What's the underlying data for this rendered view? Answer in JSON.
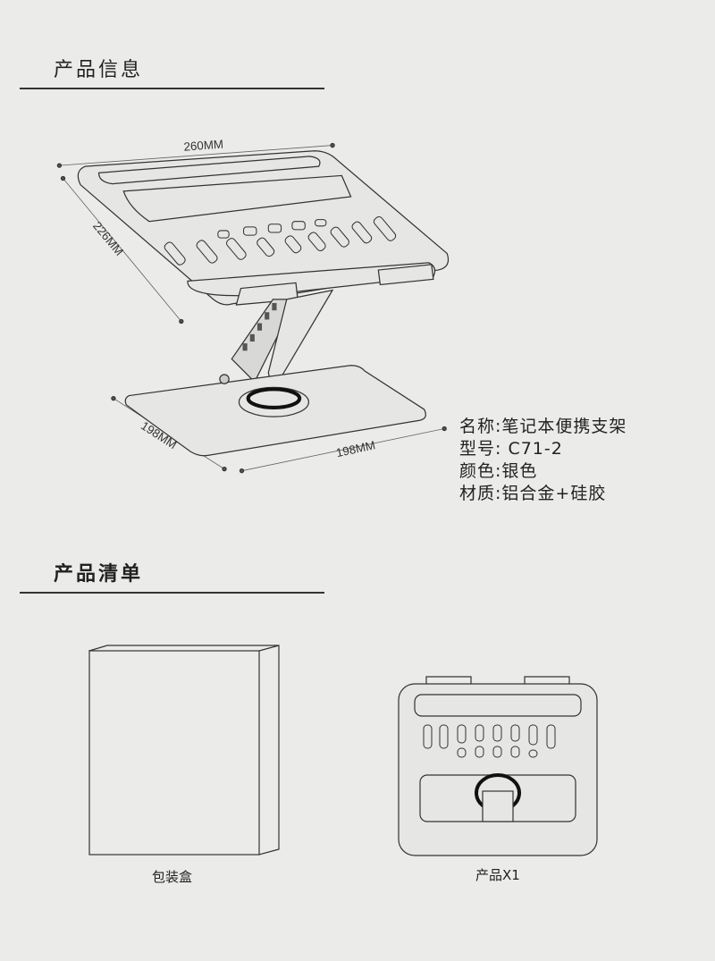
{
  "section1": {
    "title": "产品信息"
  },
  "dimensions": {
    "width": "260MM",
    "depth": "226MM",
    "base_depth": "198MM",
    "base_width": "198MM"
  },
  "specs": [
    {
      "label": "名称:",
      "value": "笔记本便携支架"
    },
    {
      "label": "型号:",
      "value": " C71-2"
    },
    {
      "label": "颜色:",
      "value": "银色"
    },
    {
      "label": "材质:",
      "value": "铝合金+硅胶"
    }
  ],
  "section2": {
    "title": "产品清单"
  },
  "package": [
    {
      "caption": "包装盒"
    },
    {
      "caption": "产品X1"
    }
  ]
}
